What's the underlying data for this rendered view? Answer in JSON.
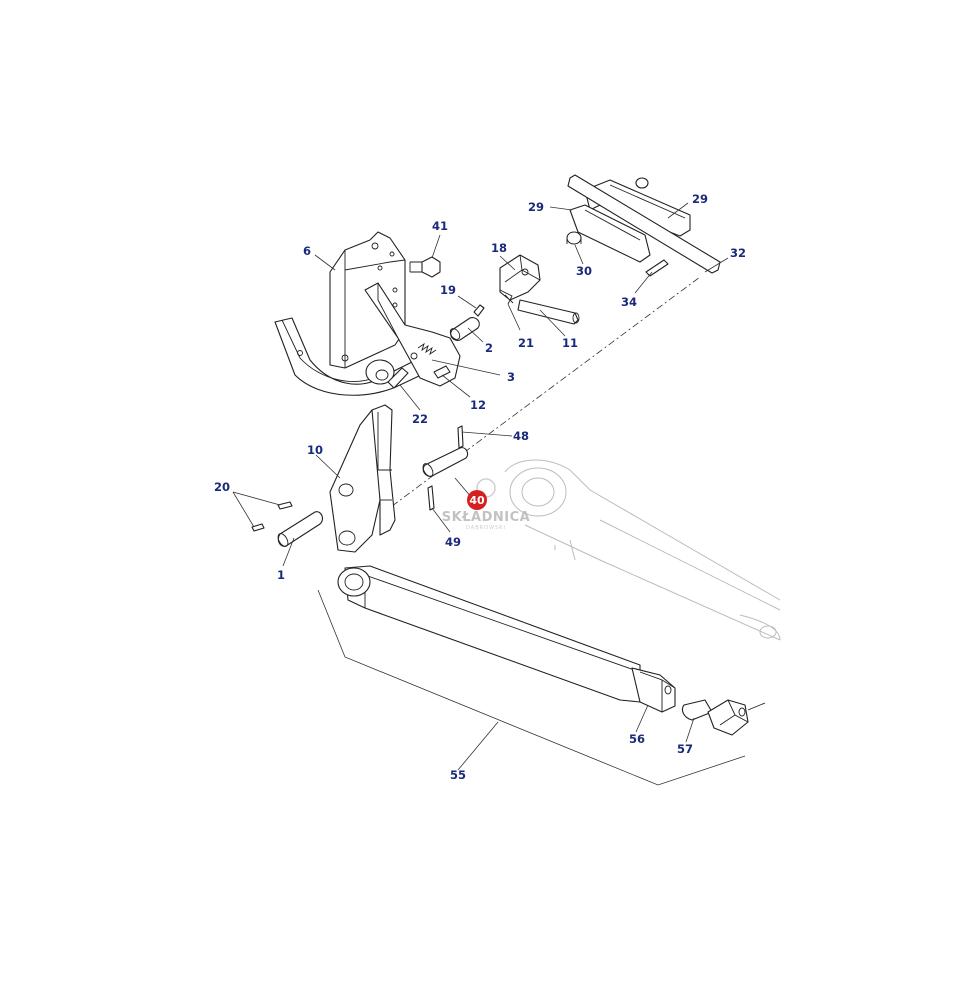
{
  "diagram": {
    "callouts": {
      "c41": "41",
      "c6": "6",
      "c18": "18",
      "c19": "19",
      "c2": "2",
      "c21": "21",
      "c11": "11",
      "c3": "3",
      "c22": "22",
      "c12": "12",
      "c29a": "29",
      "c29b": "29",
      "c30": "30",
      "c32": "32",
      "c34": "34",
      "c48": "48",
      "c10": "10",
      "c20": "20",
      "c1": "1",
      "c49": "49",
      "c40": "40",
      "c55": "55",
      "c56": "56",
      "c57": "57"
    },
    "highlight_color": "#d61f1f",
    "label_color": "#1a2a7a"
  },
  "watermark": {
    "name": "SKŁADNICA",
    "sub": "DĄBROWSKI"
  }
}
